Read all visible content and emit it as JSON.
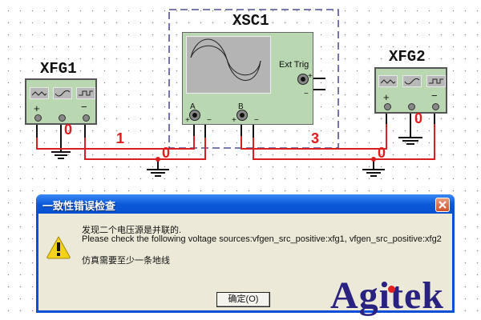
{
  "schematic": {
    "instruments": {
      "xfg1": {
        "label": "XFG1",
        "terminals": [
          "+",
          "COM",
          "−"
        ],
        "waveforms": [
          "triangle-wave",
          "sine-wave",
          "square-wave"
        ]
      },
      "xsc1": {
        "label": "XSC1",
        "channel_a": "A",
        "channel_b": "B",
        "ext_trig": "Ext Trig",
        "plus": "+",
        "minus": "−"
      },
      "xfg2": {
        "label": "XFG2",
        "terminals": [
          "+",
          "COM",
          "−"
        ],
        "waveforms": [
          "triangle-wave",
          "sine-wave",
          "square-wave"
        ]
      }
    },
    "net_labels": {
      "xfg1_gnd": "0",
      "net1": "1",
      "ground_left": "0",
      "net3": "3",
      "ground_right": "0",
      "xfg2_gnd": "0"
    },
    "colors": {
      "wire": "#e31b1b",
      "instrument_body": "#b9d7b1",
      "selection_dash": "#2a2a7a"
    }
  },
  "dialog": {
    "title": "一致性错误检查",
    "line1": "发现二个电压源是并联的.",
    "line2": "Please check the following voltage sources:vfgen_src_positive:xfg1, vfgen_src_positive:xfg2",
    "line3": "仿真需要至少一条地线",
    "ok_label": "确定(O)",
    "icon": "warning-icon",
    "close_icon": "close-icon"
  },
  "watermark": {
    "text": "Agitek"
  }
}
